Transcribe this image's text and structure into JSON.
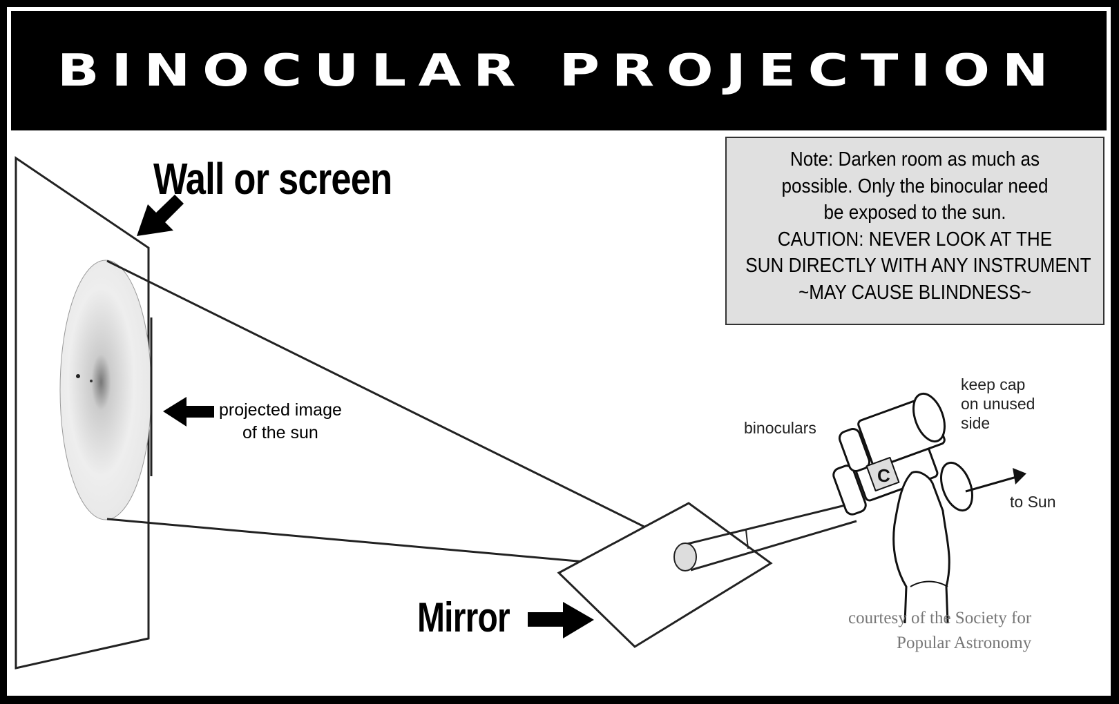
{
  "title": "BINOCULAR PROJECTION",
  "labels": {
    "wall": "Wall or screen",
    "projected_line1": "projected image",
    "projected_line2": "of the sun",
    "mirror": "Mirror",
    "binoculars": "binoculars",
    "cap_line1": "keep cap",
    "cap_line2": "on unused",
    "cap_line3": "side",
    "to_sun": "to Sun"
  },
  "note": {
    "lines": [
      "Note: Darken room as much as",
      "possible. Only the binocular need",
      "be exposed to the sun.",
      "CAUTION: NEVER LOOK AT THE",
      "SUN DIRECTLY WITH ANY INSTRUMENT",
      "~MAY CAUSE BLINDNESS~"
    ]
  },
  "credit": {
    "line1": "courtesy of the Society for",
    "line2": "Popular Astronomy"
  }
}
